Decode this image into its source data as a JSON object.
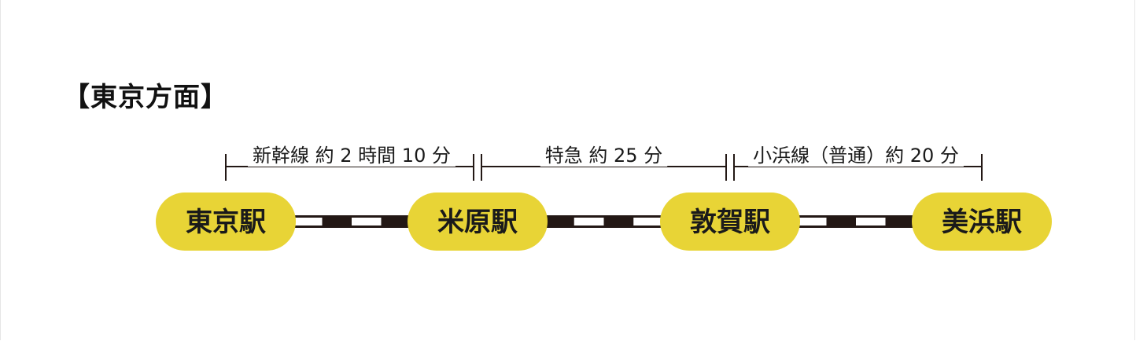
{
  "heading": "【東京方面】",
  "colors": {
    "station_fill": "#e8d436",
    "track_dark": "#231815",
    "track_light": "#ffffff",
    "bracket": "#231815",
    "text": "#1a1a1a"
  },
  "stations": [
    {
      "name": "東京駅"
    },
    {
      "name": "米原駅"
    },
    {
      "name": "敦賀駅"
    },
    {
      "name": "美浜駅"
    }
  ],
  "segments": [
    {
      "label": "新幹線 約 2 時間 10 分"
    },
    {
      "label": "特急 約 25 分"
    },
    {
      "label": "小浜線（普通）約 20 分"
    }
  ]
}
